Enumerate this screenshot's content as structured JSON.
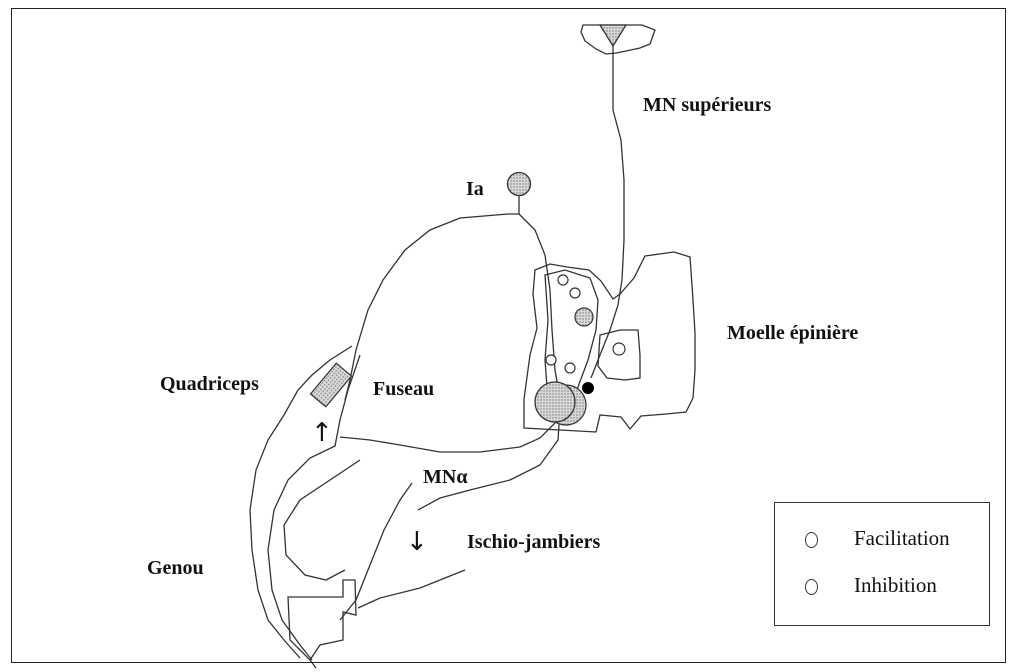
{
  "labels": {
    "mn_superieurs": "MN supérieurs",
    "ia": "Ia",
    "moelle": "Moelle épinière",
    "quadriceps": "Quadriceps",
    "fuseau": "Fuseau",
    "mn_alpha": "MNα",
    "ischio": "Ischio-jambiers",
    "genou": "Genou"
  },
  "legend": {
    "facilitation": "Facilitation",
    "inhibition": "Inhibition"
  },
  "arrows": {
    "up": "↑",
    "down": "↓"
  },
  "colors": {
    "stroke": "#333333",
    "shade": "#c8c8c8",
    "inhibitory_fill": "#000000"
  }
}
